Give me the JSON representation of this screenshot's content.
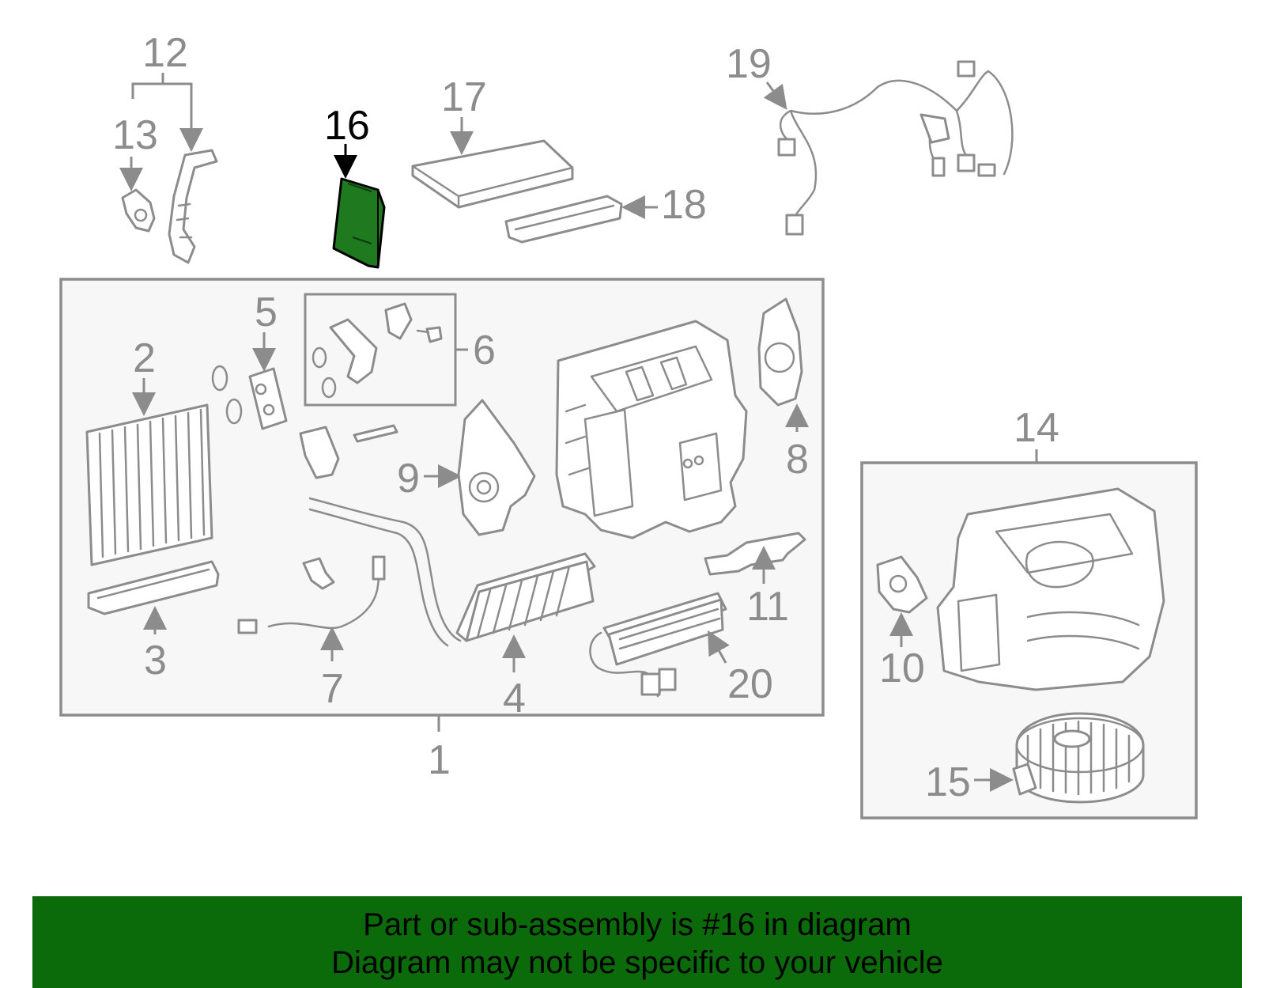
{
  "diagram": {
    "highlight_color": "#1f7a1f",
    "banner_color": "#0b6b0b",
    "callouts": {
      "c1": "1",
      "c2": "2",
      "c3": "3",
      "c4": "4",
      "c5": "5",
      "c6": "6",
      "c7": "7",
      "c8": "8",
      "c9": "9",
      "c10": "10",
      "c11": "11",
      "c12": "12",
      "c13": "13",
      "c14": "14",
      "c15": "15",
      "c16": "16",
      "c17": "17",
      "c18": "18",
      "c19": "19",
      "c20": "20"
    },
    "highlighted_part": "16"
  },
  "banner": {
    "line1": "Part or sub-assembly is #16 in diagram",
    "line2": "Diagram may not be specific to your vehicle"
  }
}
